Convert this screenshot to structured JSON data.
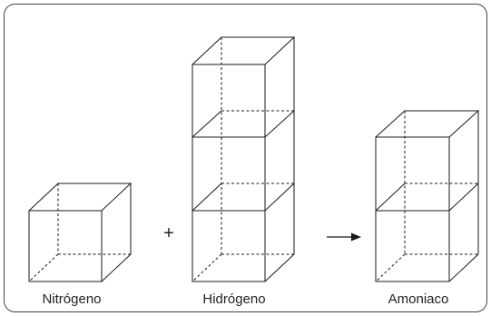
{
  "labels": {
    "left": "Nitrógeno",
    "middle": "Hidrógeno",
    "right": "Amoniaco"
  },
  "operators": {
    "plus": "+",
    "arrow": "→"
  },
  "cube_stacks": [
    {
      "name": "nitrogen",
      "count": 1
    },
    {
      "name": "hydrogen",
      "count": 3
    },
    {
      "name": "ammonia",
      "count": 2
    }
  ],
  "colors": {
    "frame_border": "#444444",
    "line": "#1a1a1a",
    "text": "#222222",
    "background": "#ffffff"
  }
}
